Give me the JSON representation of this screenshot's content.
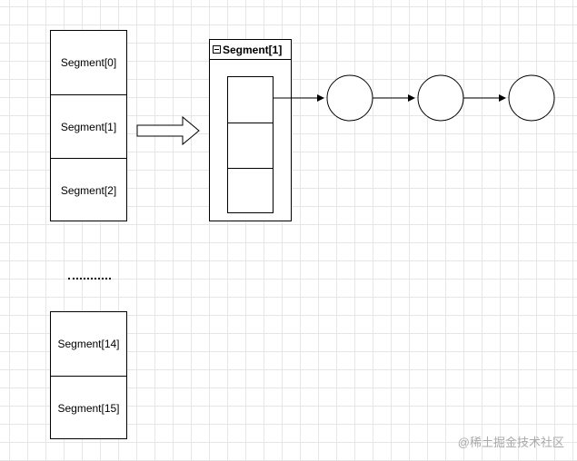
{
  "segments_top": [
    "Segment[0]",
    "Segment[1]",
    "Segment[2]"
  ],
  "ellipsis": "............",
  "segments_bottom": [
    "Segment[14]",
    "Segment[15]"
  ],
  "container": {
    "title": "Segment[1]",
    "slot_count": 3
  },
  "linked_nodes": 3,
  "watermark": "@稀土掘金技术社区"
}
